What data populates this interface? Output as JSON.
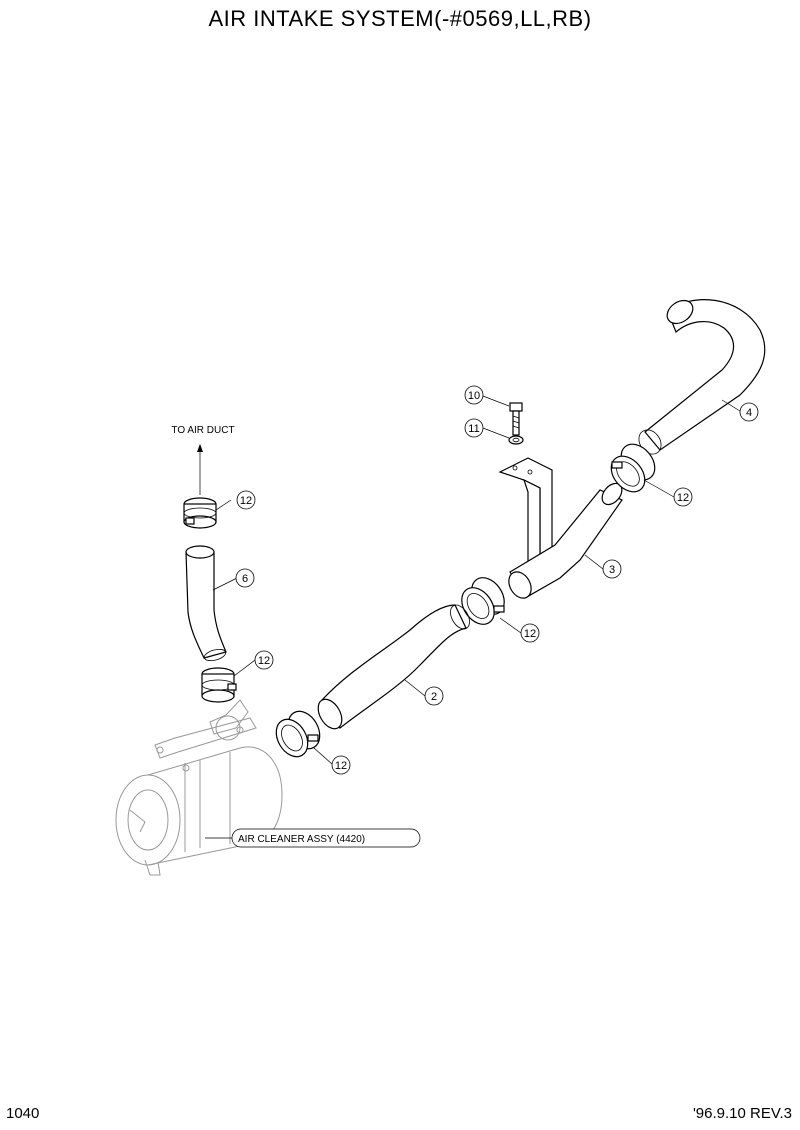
{
  "title": "AIR INTAKE SYSTEM(-#0569,LL,RB)",
  "footer": {
    "page_number": "1040",
    "revision": "'96.9.10 REV.3"
  },
  "notes": {
    "to_air_duct": "TO AIR DUCT",
    "air_cleaner": "AIR CLEANER ASSY (4420)"
  },
  "callouts": {
    "c10": "10",
    "c11": "11",
    "c4": "4",
    "c12a": "12",
    "c12b": "12",
    "c3": "3",
    "c12c": "12",
    "c6": "6",
    "c12d": "12",
    "c2": "2",
    "c12e": "12"
  }
}
